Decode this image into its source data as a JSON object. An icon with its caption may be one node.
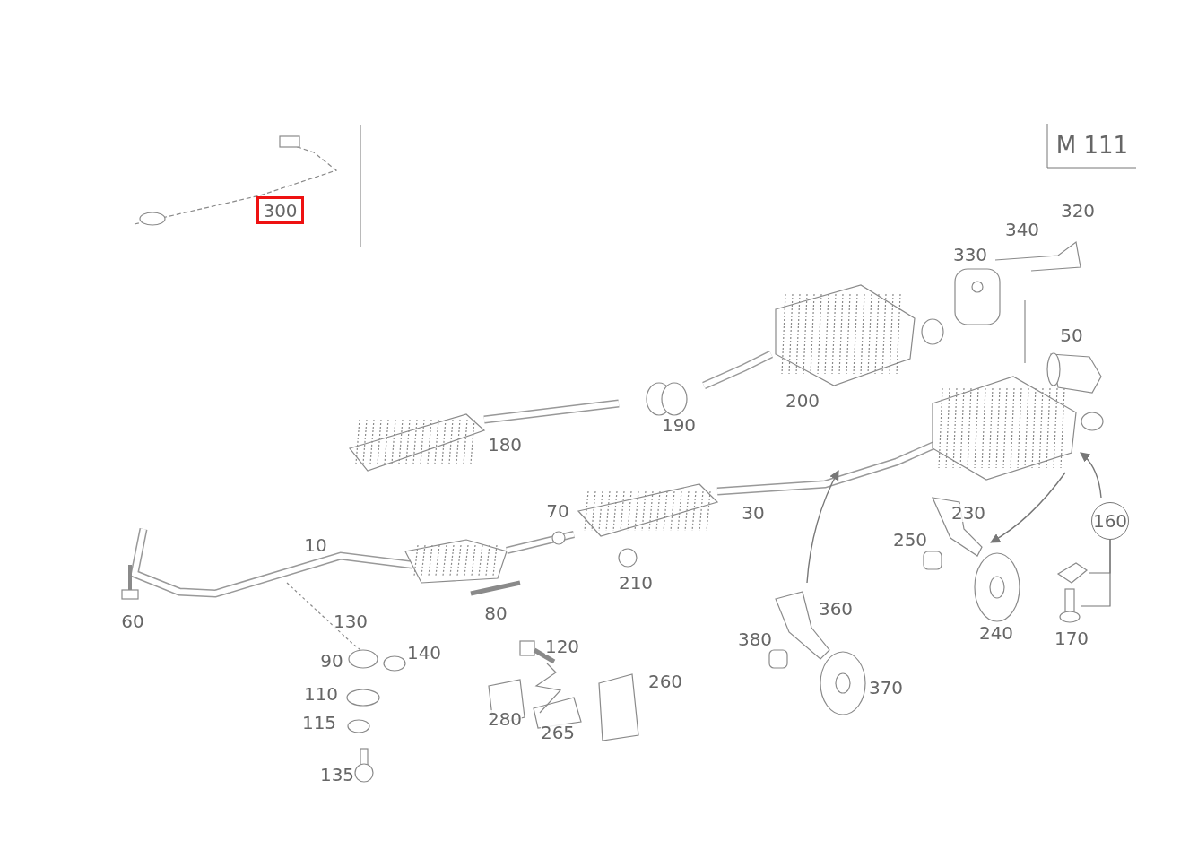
{
  "diagram": {
    "nodes": [
      {
        "text": [
          "M 111"
        ]
      },
      {
        "text": [
          "300"
        ]
      },
      {
        "text": [
          "160"
        ]
      },
      {
        "text": [],
        "shape": "picture"
      },
      {
        "text": [],
        "shape": "picture"
      }
    ],
    "edges": [
      {
        "from": 2,
        "to": 3,
        "arrow": "none"
      },
      {
        "from": 2,
        "to": 4,
        "arrow": "none"
      }
    ],
    "labels": [
      "320",
      "340",
      "330",
      "50",
      "200",
      "190",
      "180",
      "70",
      "30",
      "230",
      "250",
      "10",
      "210",
      "60",
      "80",
      "130",
      "360",
      "240",
      "170",
      "380",
      "120",
      "140",
      "90",
      "260",
      "370",
      "110",
      "280",
      "115",
      "265",
      "135"
    ]
  }
}
